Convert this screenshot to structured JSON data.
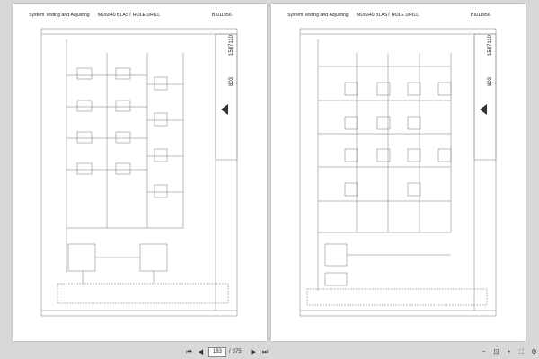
{
  "pages": [
    {
      "header": {
        "section": "System Testing and Adjusting",
        "model": "MD6640 BLAST HOLE DRILL",
        "doc_id": "BI011956"
      },
      "title_block": {
        "drawing_number": "1587110",
        "sheet": "803"
      }
    },
    {
      "header": {
        "section": "System Testing and Adjusting",
        "model": "MD6640 BLAST HOLE DRILL",
        "doc_id": "BI011956"
      },
      "title_block": {
        "drawing_number": "1587110",
        "sheet": "803"
      }
    }
  ],
  "toolbar": {
    "current_page": "183",
    "separator": "/",
    "total_pages": "375",
    "icons": [
      "first-page-icon",
      "prev-page-icon",
      "next-page-icon",
      "last-page-icon",
      "zoom-out-icon",
      "fit-page-icon",
      "zoom-in-icon",
      "fullscreen-icon",
      "settings-icon"
    ]
  }
}
